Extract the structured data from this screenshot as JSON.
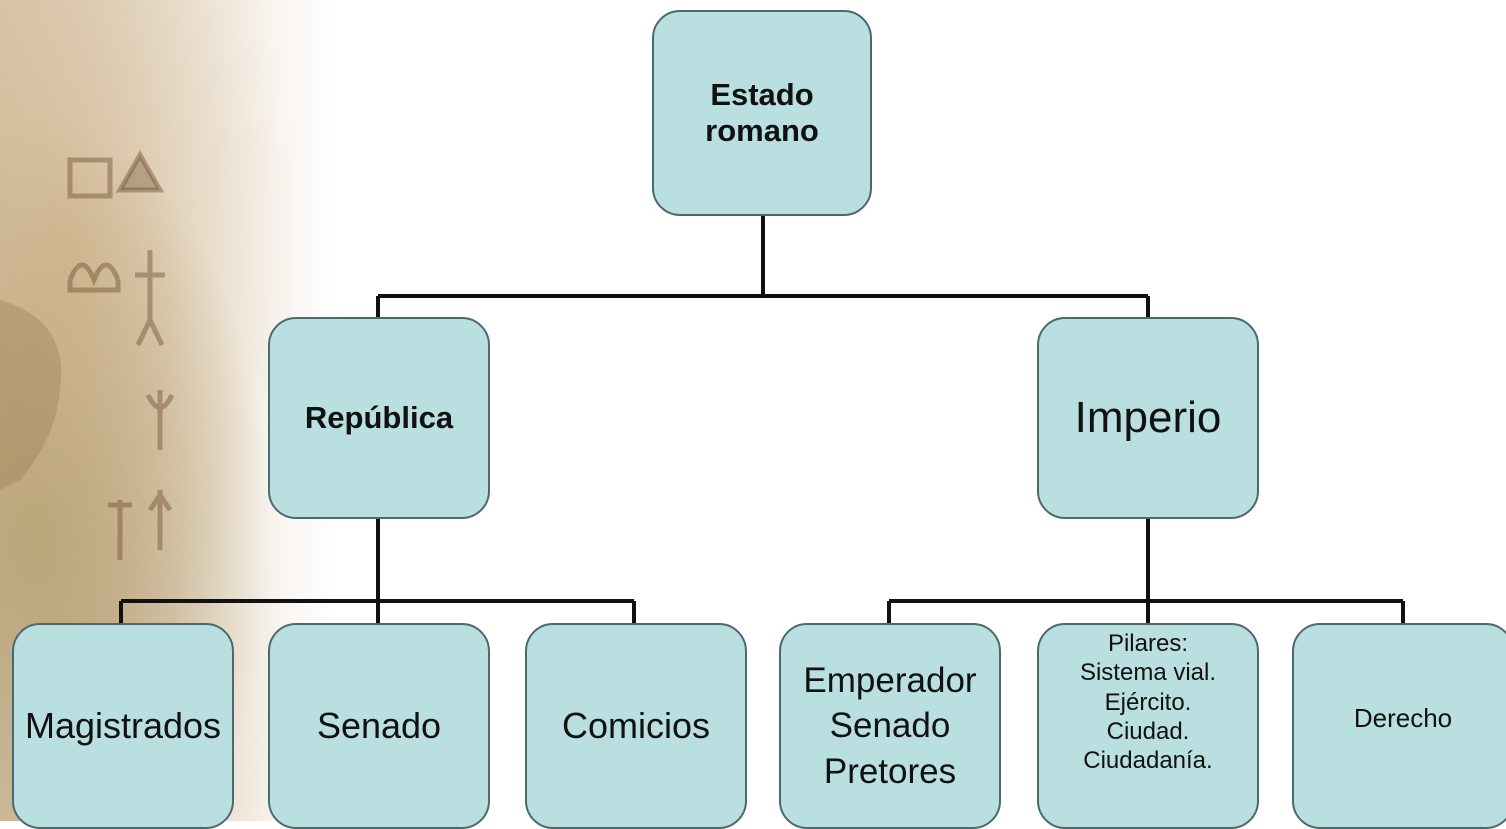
{
  "root": {
    "lines": [
      "Estado",
      "romano"
    ]
  },
  "republica": {
    "label": "República",
    "children": [
      "Magistrados",
      "Senado",
      "Comicios"
    ]
  },
  "imperio": {
    "label": "Imperio",
    "children": [
      {
        "lines": [
          "Emperador",
          "Senado",
          "Pretores"
        ]
      },
      {
        "lines": [
          "Pilares:",
          "Sistema vial.",
          "Ejército.",
          "Ciudad.",
          "Ciudadanía."
        ]
      },
      {
        "lines": [
          "Derecho"
        ]
      }
    ]
  },
  "colors": {
    "node_fill": "#b9dfe1",
    "node_border": "#4c6a6b",
    "connector": "#111111"
  }
}
